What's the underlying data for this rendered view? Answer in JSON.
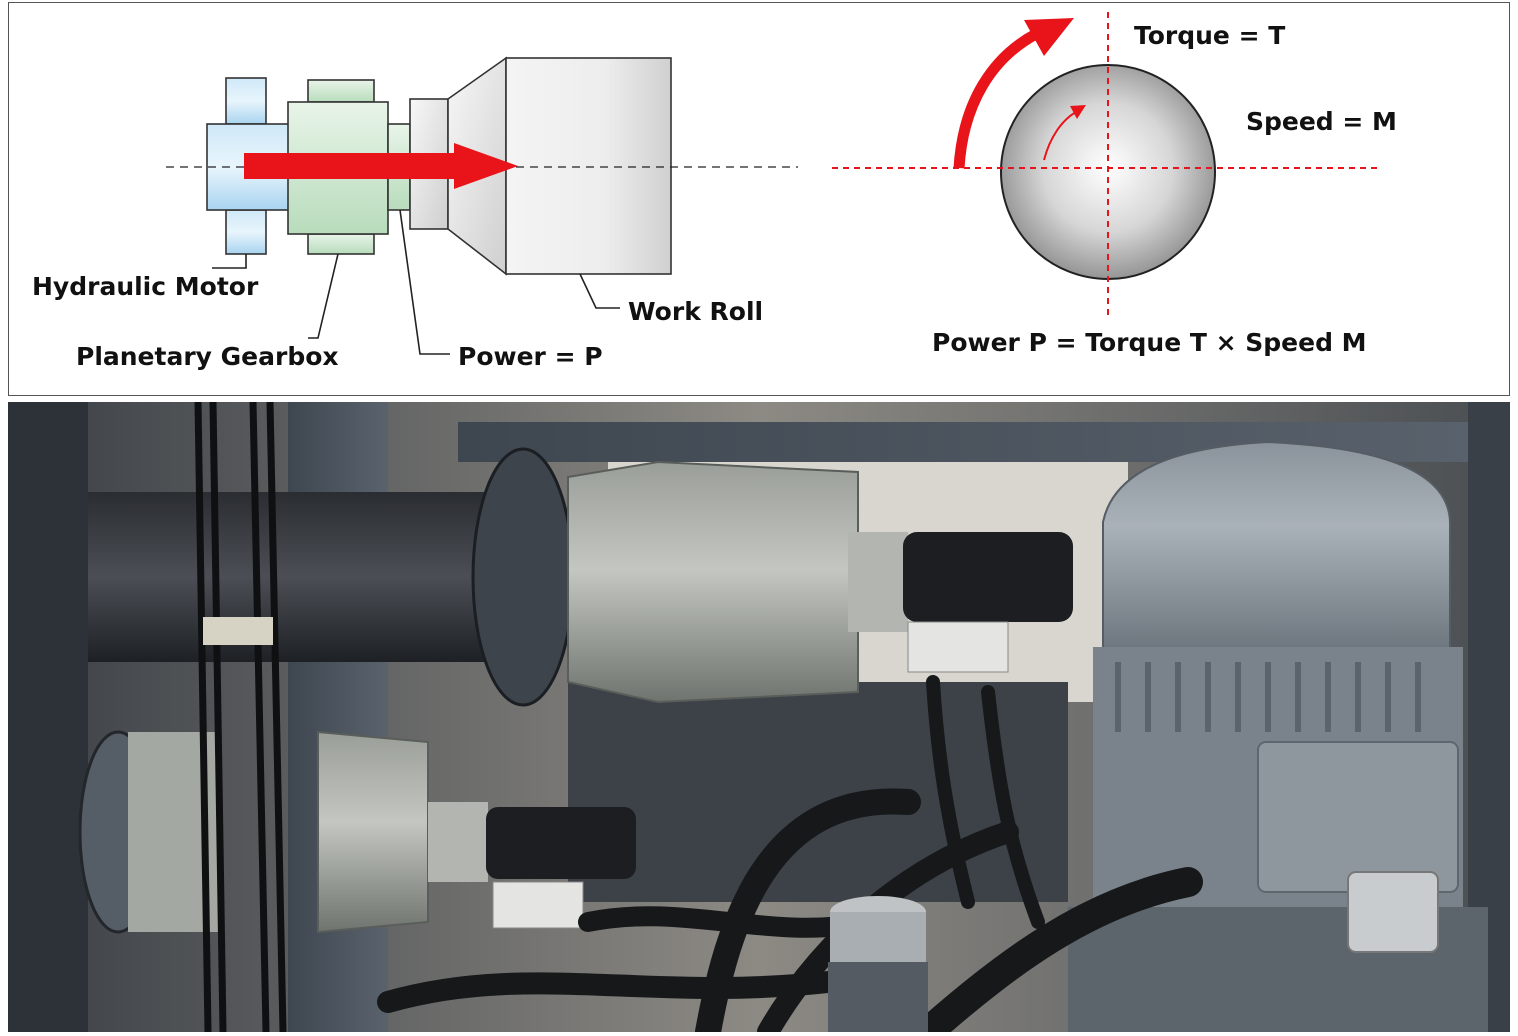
{
  "diagram": {
    "labels": {
      "hydraulic_motor": "Hydraulic Motor",
      "planetary_gearbox": "Planetary Gearbox",
      "power": "Power = P",
      "work_roll": "Work Roll",
      "torque": "Torque = T",
      "speed": "Speed = M",
      "formula": "Power P = Torque T × Speed M"
    },
    "colors": {
      "motor_blue": "#bfe1f7",
      "gearbox_green": "#cfe8d1",
      "arrow_red": "#e8141a",
      "roll_gray": "#e6e6e6"
    }
  }
}
